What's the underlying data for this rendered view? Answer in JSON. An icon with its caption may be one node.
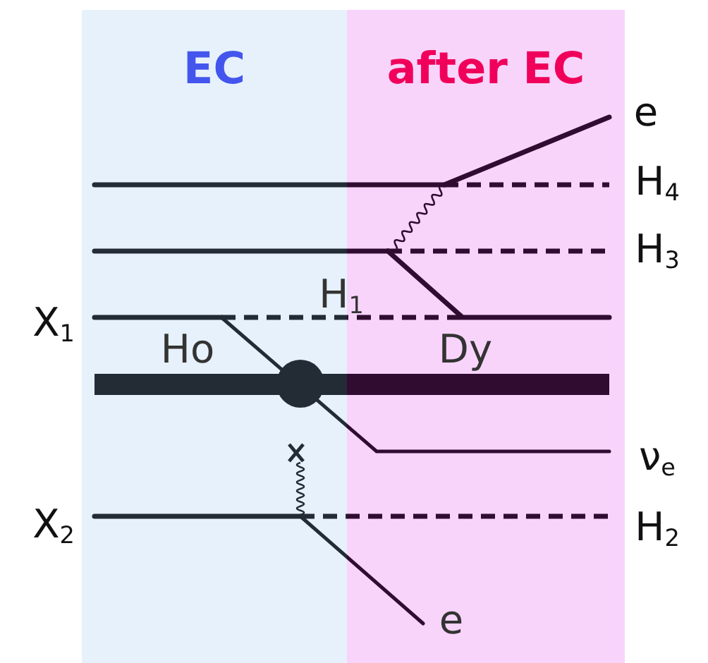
{
  "diagram": {
    "nodes": [
      {
        "text": [
          "EC"
        ]
      },
      {
        "text": [
          "after EC"
        ]
      }
    ],
    "labels": [
      "e",
      "H$_{4}$",
      "H$_{3}$",
      "H$_{1}$",
      "X$_{1}$",
      "Ho",
      "Dy",
      "ν$_{e}$",
      "X$_{2}$",
      "H$_{2}$",
      "e"
    ]
  }
}
